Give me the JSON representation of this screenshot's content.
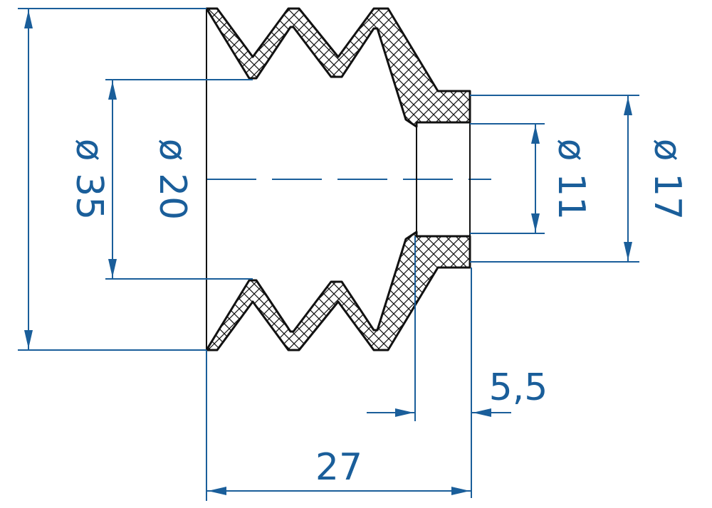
{
  "drawing": {
    "accent_color": "#1a5e9a",
    "line_color": "#111111",
    "hatch": "crosshatch",
    "dimensions": {
      "outer_diameter": "ø 35",
      "inner_diameter": "ø 20",
      "bore_diameter": "ø 11",
      "neck_diameter": "ø 17",
      "neck_length": "5,5",
      "total_length": "27"
    }
  }
}
